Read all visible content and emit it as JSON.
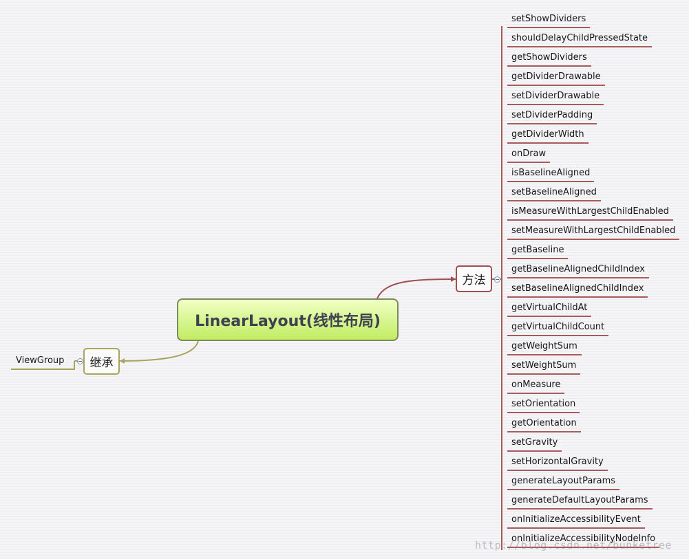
{
  "root": {
    "label": "LinearLayout(线性布局)"
  },
  "branches": {
    "methods": {
      "label": "方法",
      "items": [
        "setShowDividers",
        "shouldDelayChildPressedState",
        "getShowDividers",
        "getDividerDrawable",
        "setDividerDrawable",
        "setDividerPadding",
        "getDividerWidth",
        "onDraw",
        "isBaselineAligned",
        "setBaselineAligned",
        "isMeasureWithLargestChildEnabled",
        "setMeasureWithLargestChildEnabled",
        "getBaseline",
        "getBaselineAlignedChildIndex",
        "setBaselineAlignedChildIndex",
        "getVirtualChildAt",
        "getVirtualChildCount",
        "getWeightSum",
        "setWeightSum",
        "onMeasure",
        "setOrientation",
        "getOrientation",
        "setGravity",
        "setHorizontalGravity",
        "generateLayoutParams",
        "generateDefaultLayoutParams",
        "onInitializeAccessibilityEvent",
        "onInitializeAccessibilityNodeInfo"
      ]
    },
    "inherit": {
      "label": "继承",
      "items": [
        "ViewGroup"
      ]
    }
  },
  "watermark": "http://blog.csdn.net/bunketree",
  "colors": {
    "methods_branch": "#a04e4e",
    "inherit_branch": "#a9a45e",
    "root_fill": "#d5f58e"
  }
}
